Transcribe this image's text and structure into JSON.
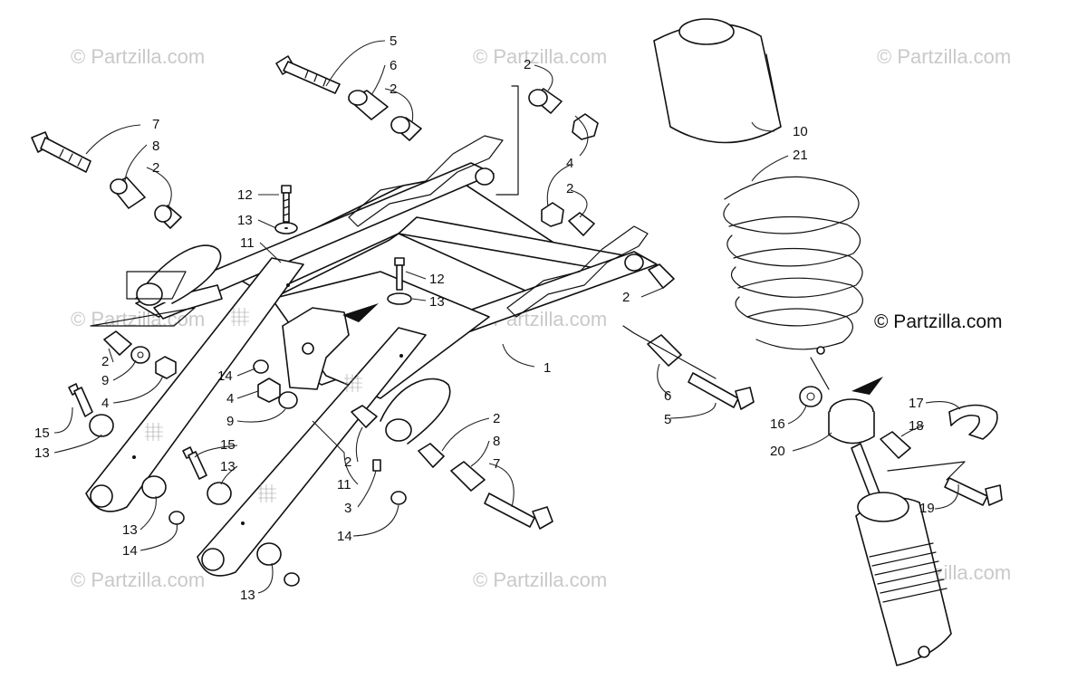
{
  "watermark_text": "© Partzilla.com",
  "brand_text": "© Partzilla.com",
  "callouts": {
    "c1": "1",
    "c2a": "2",
    "c2b": "2",
    "c2c": "2",
    "c2d": "2",
    "c2e": "2",
    "c2f": "2",
    "c2g": "2",
    "c2h": "2",
    "c3": "3",
    "c4a": "4",
    "c4b": "4",
    "c4c": "4",
    "c5a": "5",
    "c5b": "5",
    "c6a": "6",
    "c6b": "6",
    "c7a": "7",
    "c7b": "7",
    "c8a": "8",
    "c8b": "8",
    "c9a": "9",
    "c9b": "9",
    "c10": "10",
    "c11a": "11",
    "c11b": "11",
    "c12a": "12",
    "c12b": "12",
    "c13a": "13",
    "c13b": "13",
    "c13c": "13",
    "c13d": "13",
    "c13e": "13",
    "c13f": "13",
    "c14a": "14",
    "c14b": "14",
    "c14c": "14",
    "c15a": "15",
    "c15b": "15",
    "c16": "16",
    "c17": "17",
    "c18": "18",
    "c19": "19",
    "c20": "20",
    "c21": "21"
  }
}
